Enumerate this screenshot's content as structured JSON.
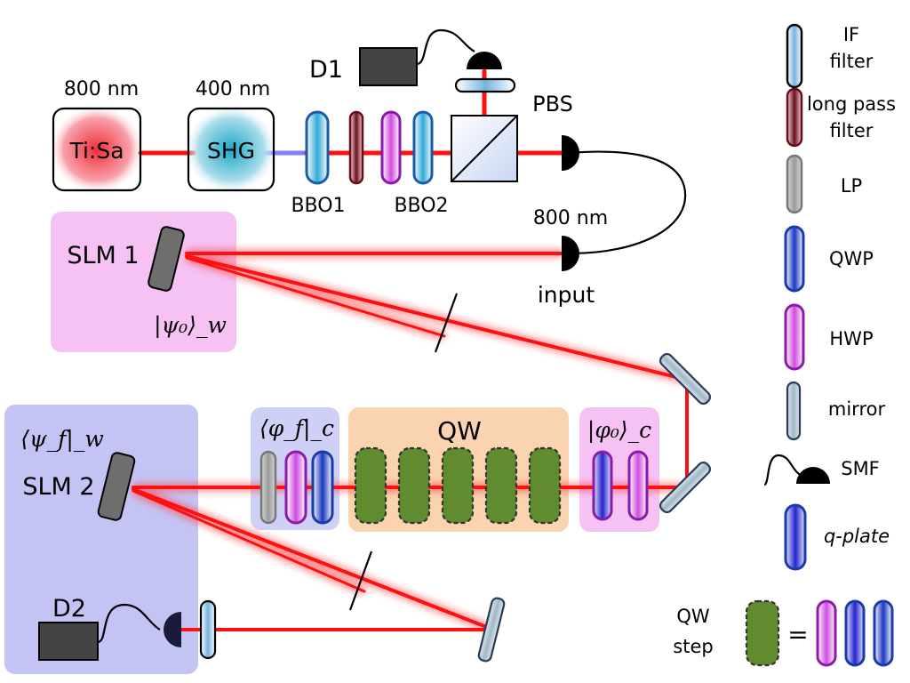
{
  "source": {
    "wavelength_top": "800 nm",
    "laser_label": "Ti:Sa",
    "pump_wavelength": "400 nm",
    "shg_label": "SHG"
  },
  "crystals": {
    "bbo1": "BBO1",
    "bbo2": "BBO2"
  },
  "detectors": {
    "d1": "D1",
    "d2": "D2"
  },
  "pbs_label": "PBS",
  "input": {
    "wavelength": "800 nm",
    "label": "input"
  },
  "slm": {
    "slm1": "SLM 1",
    "slm1_state": "|ψ₀⟩_w",
    "slm2": "SLM 2",
    "slm2_state": "⟨ψ_f|_w"
  },
  "qw": {
    "label": "QW",
    "final_state": "⟨φ_f|_c",
    "initial_state": "|φ₀⟩_c",
    "steps": 5
  },
  "legend": {
    "items": [
      {
        "icon": "if-filter-icon",
        "label_line1": "IF",
        "label_line2": "filter"
      },
      {
        "icon": "long-pass-filter-icon",
        "label_line1": "long pass",
        "label_line2": "filter"
      },
      {
        "icon": "lp-icon",
        "label_line1": "LP"
      },
      {
        "icon": "qwp-icon",
        "label_line1": "QWP"
      },
      {
        "icon": "hwp-icon",
        "label_line1": "HWP"
      },
      {
        "icon": "mirror-icon",
        "label_line1": "mirror"
      },
      {
        "icon": "smf-icon",
        "label_line1": "SMF"
      },
      {
        "icon": "q-plate-icon",
        "label_line1": "q-plate"
      }
    ],
    "qw_step_line1": "QW",
    "qw_step_line2": "step",
    "equals": "="
  },
  "colors": {
    "beam": "#ff1010",
    "pump_beam": "#8080ff",
    "slm1_box": "#f6c2f4",
    "slm2_box": "#c4c4f4",
    "qw_box": "#fad4b0",
    "qw_step": "#5f8c2e",
    "detector": "#444444"
  }
}
